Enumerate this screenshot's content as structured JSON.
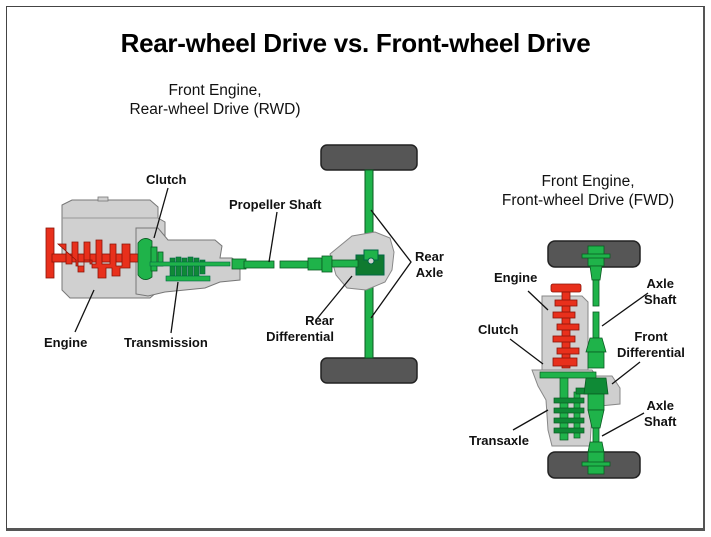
{
  "title": "Rear-wheel Drive vs. Front-wheel Drive",
  "rwd": {
    "heading_line1": "Front Engine,",
    "heading_line2": "Rear-wheel Drive (RWD)",
    "labels": {
      "clutch": "Clutch",
      "propeller_shaft": "Propeller Shaft",
      "rear_axle_line1": "Rear",
      "rear_axle_line2": "Axle",
      "engine": "Engine",
      "transmission": "Transmission",
      "rear_differential_line1": "Rear",
      "rear_differential_line2": "Differential"
    }
  },
  "fwd": {
    "heading_line1": "Front Engine,",
    "heading_line2": "Front-wheel Drive (FWD)",
    "labels": {
      "engine": "Engine",
      "clutch": "Clutch",
      "transaxle": "Transaxle",
      "axle_shaft_upper_line1": "Axle",
      "axle_shaft_upper_line2": "Shaft",
      "front_differential_line1": "Front",
      "front_differential_line2": "Differential",
      "axle_shaft_lower_line1": "Axle",
      "axle_shaft_lower_line2": "Shaft"
    }
  },
  "colors": {
    "drivetrain_green": "#1fb34a",
    "dark_green": "#0f7a30",
    "engine_red": "#e8301c",
    "housing_gray": "#cfcfcf",
    "tire_gray": "#555555"
  }
}
